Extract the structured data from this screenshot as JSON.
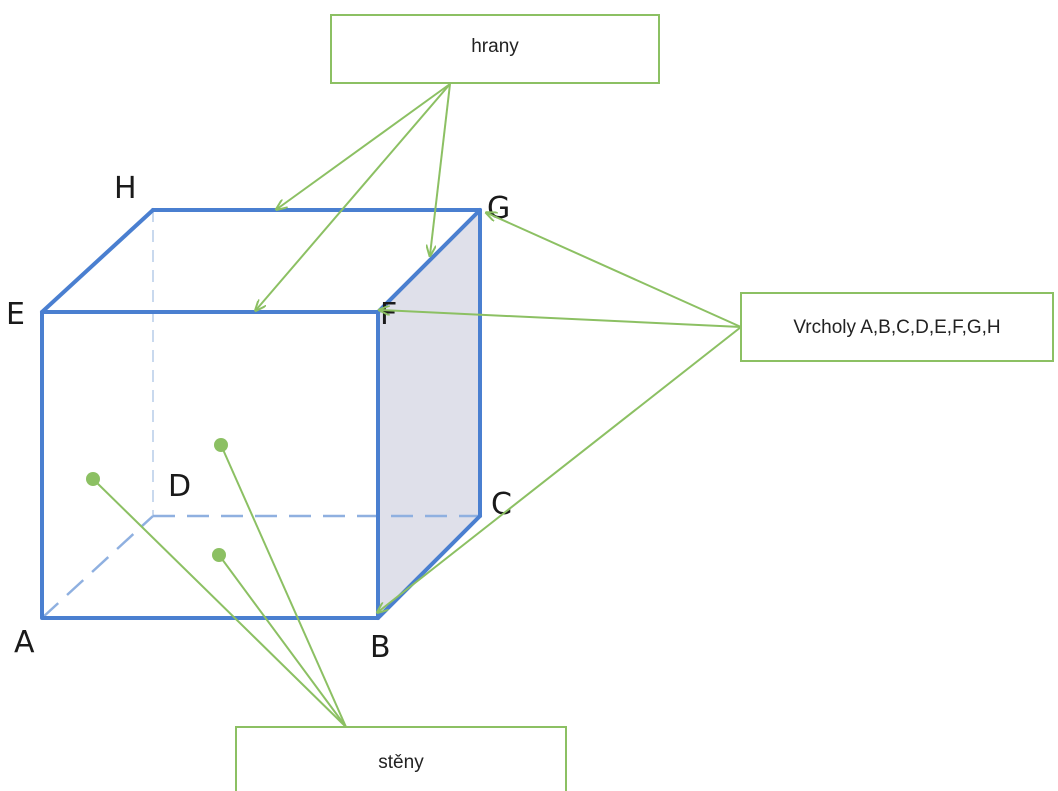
{
  "labels": {
    "edges": "hrany",
    "vertices": "Vrcholy A,B,C,D,E,F,G,H",
    "faces": "stěny"
  },
  "vertices": {
    "A": "A",
    "B": "B",
    "C": "C",
    "D": "D",
    "E": "E",
    "F": "F",
    "G": "G",
    "H": "H"
  },
  "colors": {
    "edge": "#4a7fd0",
    "hidden_edge": "#8fb0e0",
    "annotation": "#8cc063",
    "shaded_face": "#dcdde8"
  }
}
